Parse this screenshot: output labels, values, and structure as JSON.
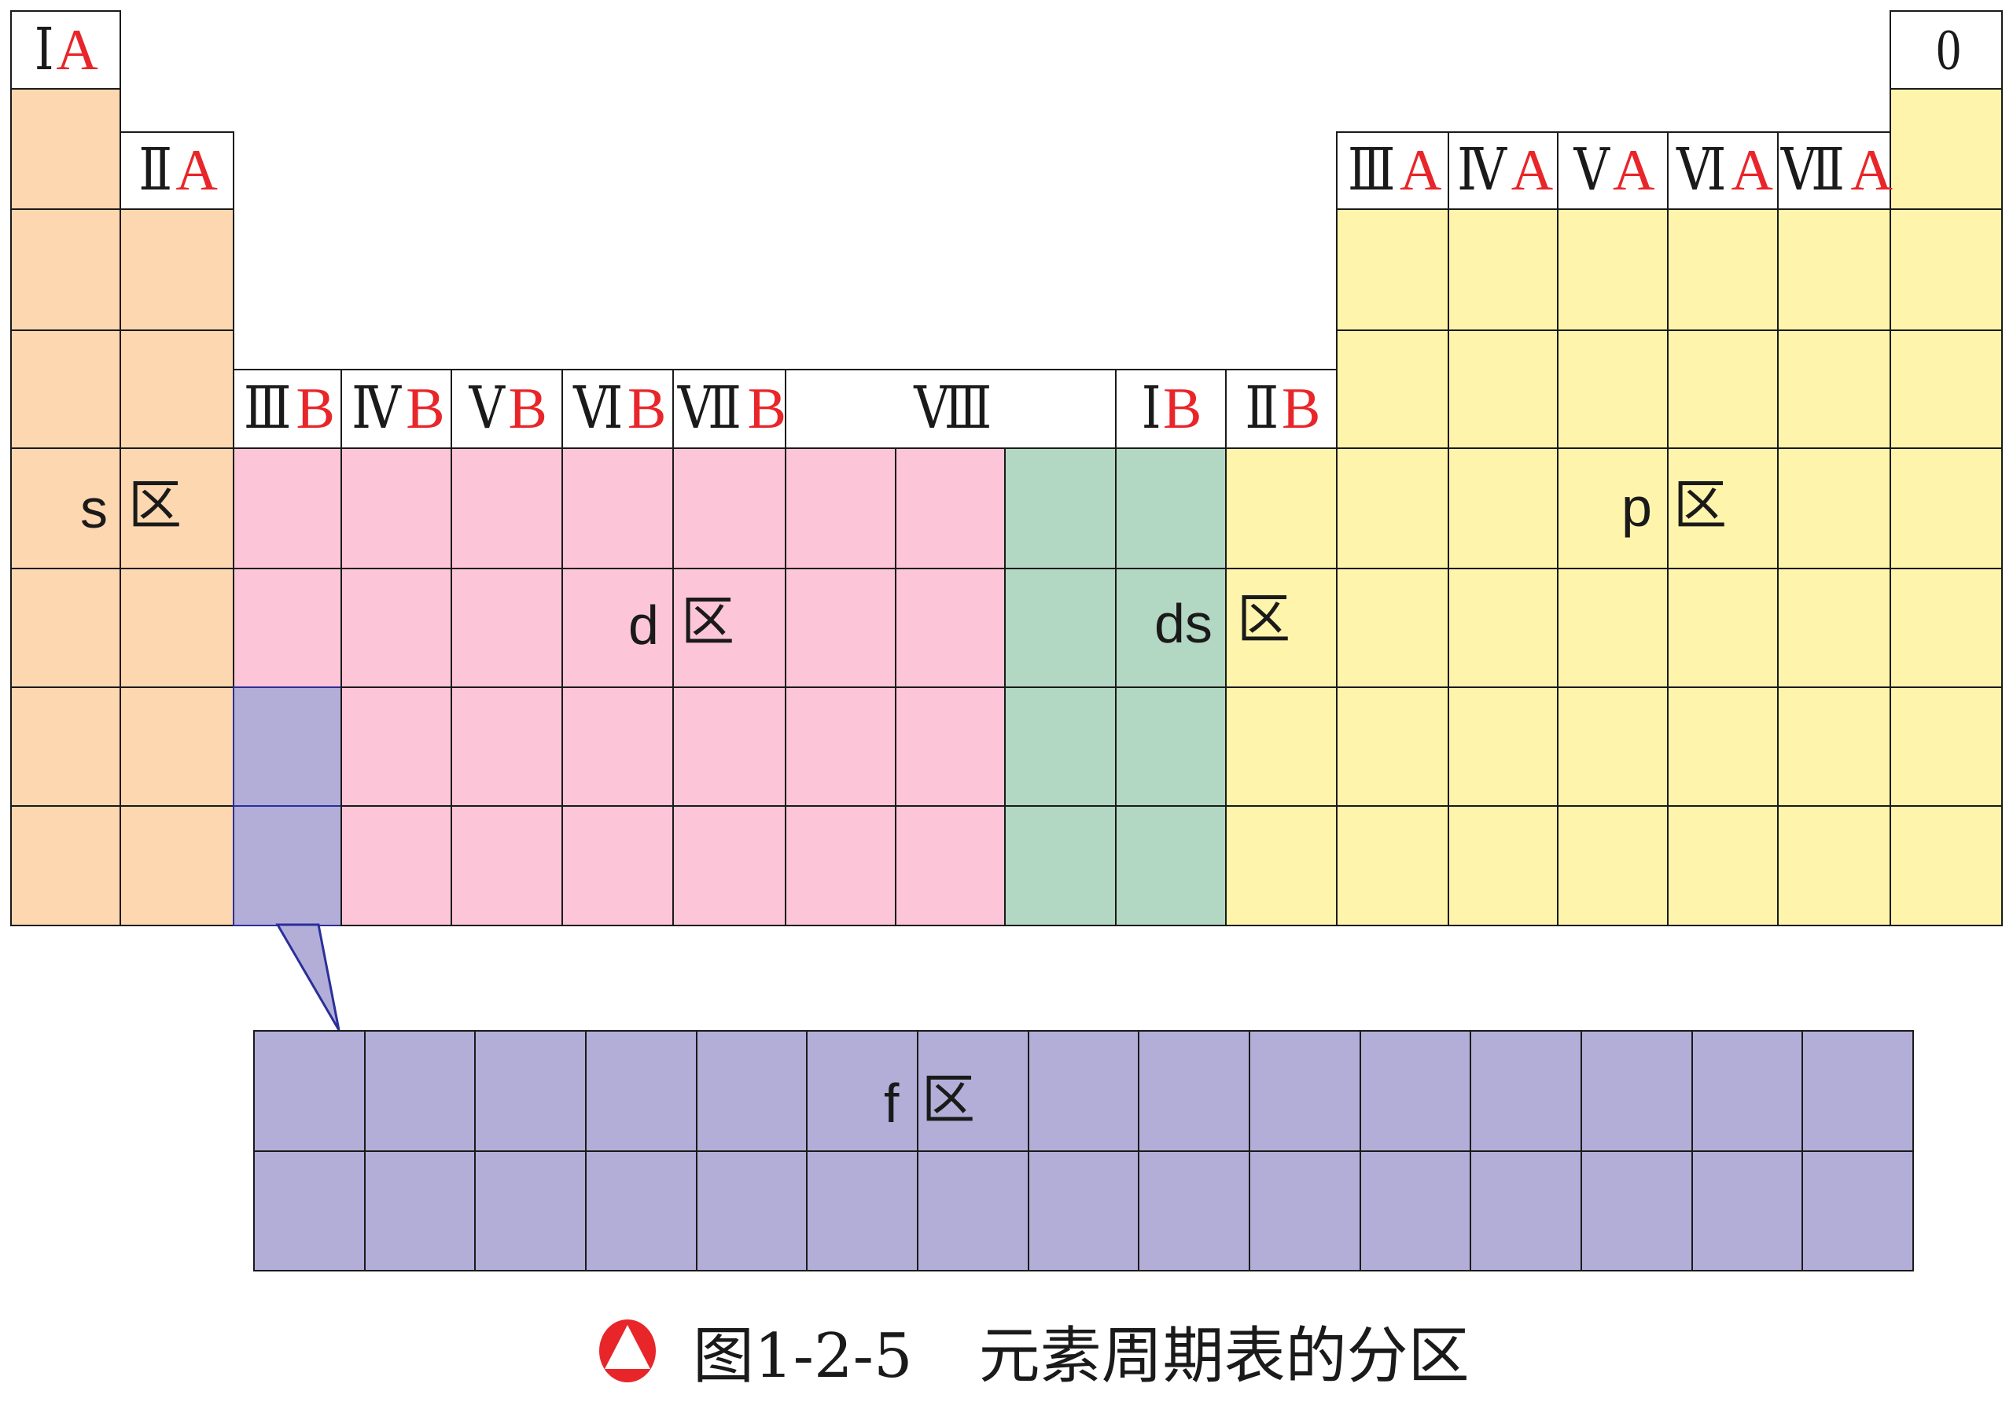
{
  "colors": {
    "s_block": "#FDD7B0",
    "d_block": "#FDC5D8",
    "ds_block": "#B2D8C4",
    "p_block": "#FEF4AB",
    "f_block": "#B2AED8",
    "f_callout_stroke": "#2b2f9a",
    "subgroup_letter": "#E8262A",
    "caption_icon": "#E8262A"
  },
  "group_headers": [
    {
      "id": "IA",
      "roman": "Ⅰ",
      "sub": "A"
    },
    {
      "id": "IIA",
      "roman": "Ⅱ",
      "sub": "A"
    },
    {
      "id": "IIIB",
      "roman": "Ⅲ",
      "sub": "B"
    },
    {
      "id": "IVB",
      "roman": "Ⅳ",
      "sub": "B"
    },
    {
      "id": "VB",
      "roman": "Ⅴ",
      "sub": "B"
    },
    {
      "id": "VIB",
      "roman": "Ⅵ",
      "sub": "B"
    },
    {
      "id": "VIIB",
      "roman": "Ⅶ",
      "sub": "B"
    },
    {
      "id": "VIII",
      "roman": "Ⅷ",
      "sub": ""
    },
    {
      "id": "IB",
      "roman": "Ⅰ",
      "sub": "B"
    },
    {
      "id": "IIB",
      "roman": "Ⅱ",
      "sub": "B"
    },
    {
      "id": "IIIA",
      "roman": "Ⅲ",
      "sub": "A"
    },
    {
      "id": "IVA",
      "roman": "Ⅳ",
      "sub": "A"
    },
    {
      "id": "VA",
      "roman": "Ⅴ",
      "sub": "A"
    },
    {
      "id": "VIA",
      "roman": "Ⅵ",
      "sub": "A"
    },
    {
      "id": "VIIA",
      "roman": "Ⅶ",
      "sub": "A"
    },
    {
      "id": "0",
      "roman": "0",
      "sub": ""
    }
  ],
  "blocks": {
    "s": {
      "letter": "s",
      "qu": "区"
    },
    "d": {
      "letter": "d",
      "qu": "区"
    },
    "ds": {
      "letter": "ds",
      "qu": "区"
    },
    "p": {
      "letter": "p",
      "qu": "区"
    },
    "f": {
      "letter": "f",
      "qu": "区"
    }
  },
  "caption": {
    "figure_number": "图1-2-5",
    "title": "元素周期表的分区"
  }
}
